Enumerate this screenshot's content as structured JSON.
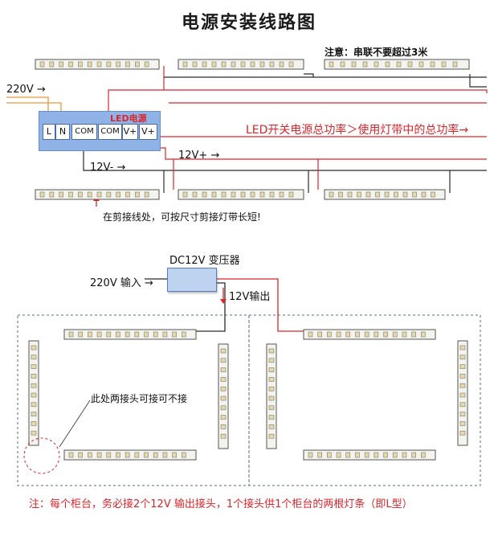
{
  "title": "电源安装线路图",
  "top_diagram": {
    "note_length": "注意：串联不要超过3米",
    "input_voltage": "220V →",
    "psu_title": "LED电源",
    "terminals": [
      "L",
      "N",
      "COM",
      "COM",
      "V+",
      "V+"
    ],
    "power_note": "LED开关电源总功率＞使用灯带中的总功率→",
    "positive_label": "12V+ →",
    "negative_label": "12V- →",
    "cut_note": "在剪接线处，可按尺寸剪接灯带长短!"
  },
  "bottom_diagram": {
    "transformer_label": "DC12V 变压器",
    "input_label": "220V 输入 →",
    "output_label": "12V输出",
    "joint_note": "此处两接头可接可不接",
    "footer_note": "注：每个柜台，务必接2个12V 输出接头，1个接头供1个柜台的两根灯条（即L型）"
  },
  "colors": {
    "wire_red": "#d9252b",
    "wire_dark": "#2b2b2b",
    "wire_orange": "#e39a3c",
    "psu_blue": "#8fb3e6",
    "led_strip": "#f4f4ee",
    "led_chip": "#e8d9a8"
  }
}
